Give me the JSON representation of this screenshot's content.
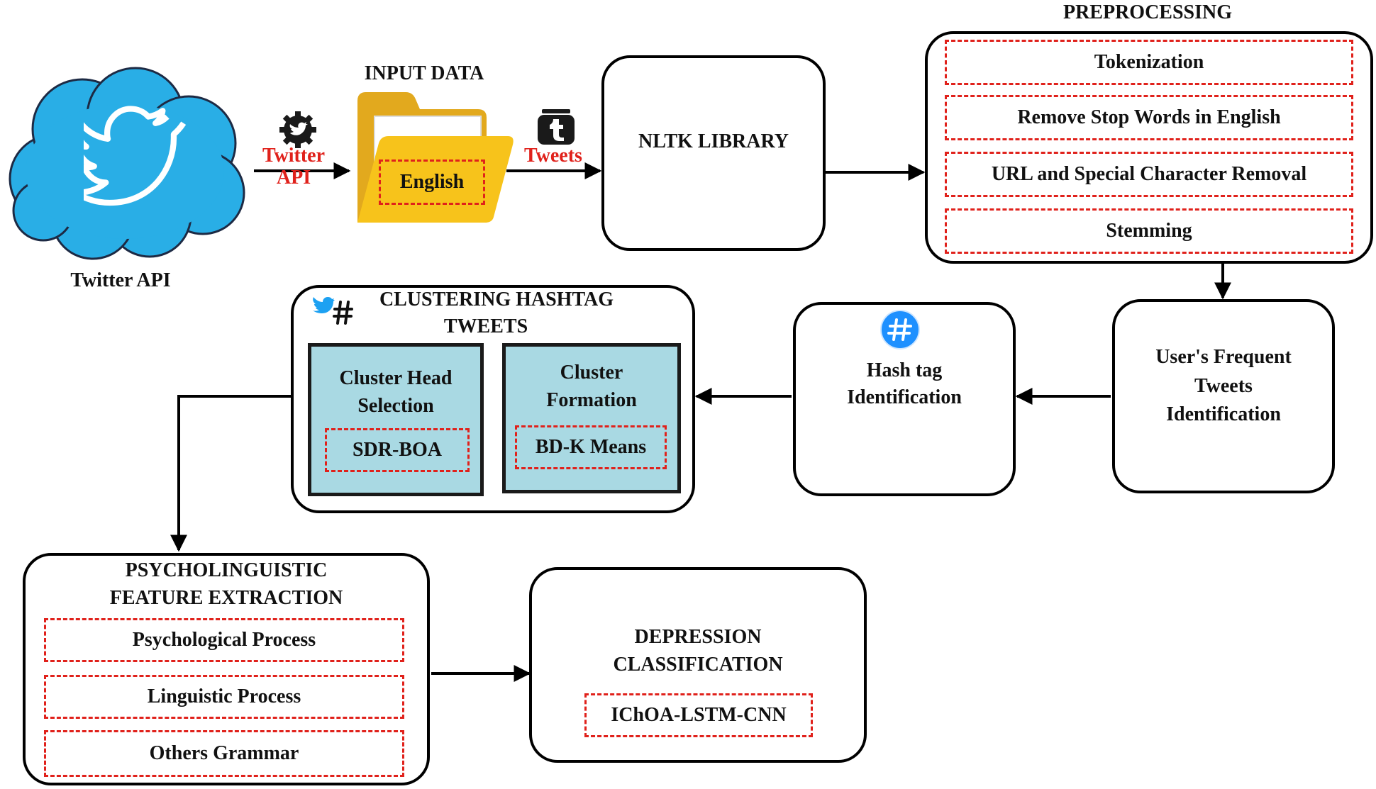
{
  "source": {
    "label": "Twitter API",
    "edge_label_line1": "Twitter",
    "edge_label_line2": "API",
    "icons": [
      "twitter-bird-icon",
      "cloud-icon",
      "gear-twitter-icon"
    ]
  },
  "input_data": {
    "title": "INPUT DATA",
    "language": "English",
    "edge_label": "Tweets",
    "icons": [
      "folder-icon",
      "tumblr-t-icon"
    ]
  },
  "nltk": {
    "title": "NLTK LIBRARY"
  },
  "preprocessing": {
    "title": "PREPROCESSING",
    "steps": [
      "Tokenization",
      "Remove Stop Words in English",
      "URL and Special Character Removal",
      "Stemming"
    ]
  },
  "frequent": {
    "line1": "User's Frequent",
    "line2": "Tweets",
    "line3": "Identification"
  },
  "hashtag": {
    "line1": "Hash tag",
    "line2": "Identification",
    "icon": "hashtag-icon"
  },
  "clustering": {
    "title_line1": "CLUSTERING HASHTAG",
    "title_line2": "TWEETS",
    "head": {
      "line1": "Cluster Head",
      "line2": "Selection",
      "method": "SDR-BOA"
    },
    "formation": {
      "line1": "Cluster",
      "line2": "Formation",
      "method": "BD-K Means"
    }
  },
  "psycho": {
    "title_line1": "PSYCHOLINGUISTIC",
    "title_line2": "FEATURE EXTRACTION",
    "items": [
      "Psychological Process",
      "Linguistic Process",
      "Others Grammar"
    ]
  },
  "classification": {
    "title_line1": "DEPRESSION",
    "title_line2": "CLASSIFICATION",
    "method": "IChOA-LSTM-CNN"
  },
  "colors": {
    "dash_red": "#e0211b",
    "twitter_blue": "#1da1f2",
    "cloud_blue": "#29aee6",
    "folder_yellow": "#f7c31b",
    "cluster_cyan": "#a9d9e3"
  }
}
